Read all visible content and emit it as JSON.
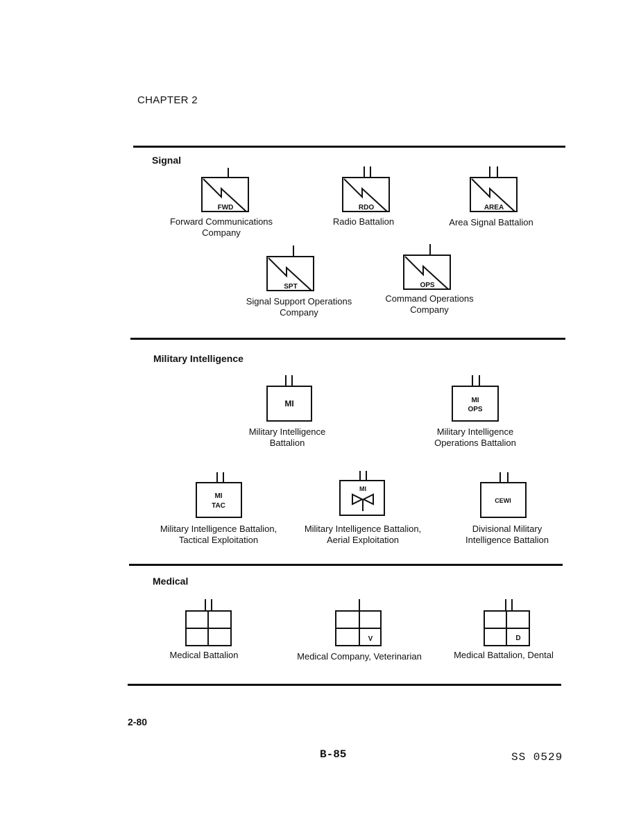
{
  "header": {
    "chapter": "CHAPTER 2"
  },
  "signal": {
    "title": "Signal",
    "symbols": [
      {
        "label": "FWD",
        "caption_1": "Forward Communications",
        "caption_2": "Company"
      },
      {
        "label": "RDO",
        "caption_1": "Radio Battalion",
        "caption_2": ""
      },
      {
        "label": "AREA",
        "caption_1": "Area Signal Battalion",
        "caption_2": ""
      },
      {
        "label": "SPT",
        "caption_1": "Signal Support Operations",
        "caption_2": "Company"
      },
      {
        "label": "OPS",
        "caption_1": "Command Operations",
        "caption_2": "Company"
      }
    ]
  },
  "military_intelligence": {
    "title": "Military Intelligence",
    "symbols": [
      {
        "label_1": "MI",
        "label_2": "",
        "caption_1": "Military Intelligence",
        "caption_2": "Battalion"
      },
      {
        "label_1": "MI",
        "label_2": "OPS",
        "caption_1": "Military Intelligence",
        "caption_2": "Operations Battalion"
      },
      {
        "label_1": "MI",
        "label_2": "TAC",
        "caption_1": "Military Intelligence Battalion,",
        "caption_2": "Tactical Exploitation"
      },
      {
        "label_1": "MI",
        "label_2": "",
        "caption_1": "Military Intelligence Battalion,",
        "caption_2": "Aerial Exploitation"
      },
      {
        "label_1": "CEWI",
        "label_2": "",
        "caption_1": "Divisional Military",
        "caption_2": "Intelligence Battalion"
      }
    ]
  },
  "medical": {
    "title": "Medical",
    "symbols": [
      {
        "label": "",
        "caption": "Medical Battalion"
      },
      {
        "label": "V",
        "caption": "Medical Company, Veterinarian"
      },
      {
        "label": "D",
        "caption": "Medical Battalion, Dental"
      }
    ]
  },
  "footer": {
    "page_left": "2-80",
    "page_center": "B-85",
    "page_right": "SS 0529"
  }
}
